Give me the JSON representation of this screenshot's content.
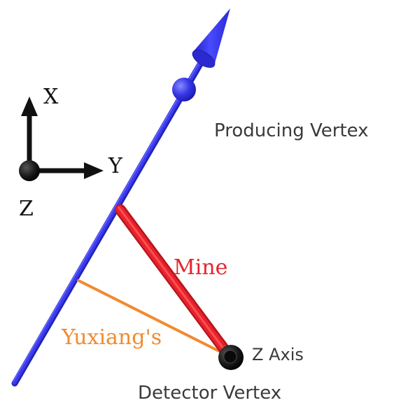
{
  "axes_indicator": {
    "x_label": "X",
    "y_label": "Y",
    "z_label": "Z"
  },
  "labels": {
    "producing_vertex": "Producing Vertex",
    "mine": "Mine",
    "yuxiangs": "Yuxiang's",
    "z_axis": "Z Axis",
    "detector_vertex": "Detector Vertex"
  },
  "colors": {
    "track": "#3b3bf0",
    "track_highlight": "#6a6aff",
    "mine": "#e8232b",
    "yuxiangs": "#f28a2e",
    "axis_indicator": "#111111",
    "detector_vertex": "#151515",
    "text_dark": "#333333"
  }
}
